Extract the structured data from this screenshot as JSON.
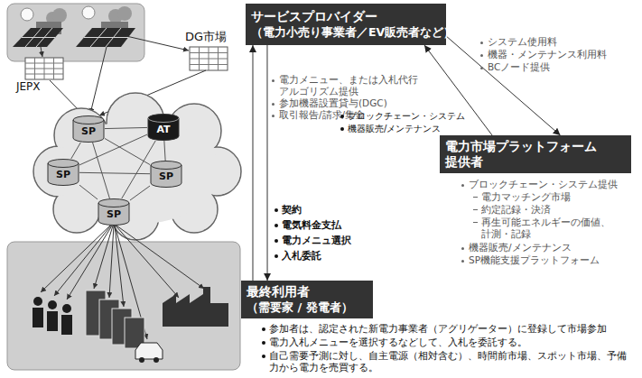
{
  "diagram": {
    "nodes": [
      {
        "text": [
          "サービスプロバイダー",
          "（電力小売り事業者／EV販売者など）"
        ]
      },
      {
        "text": [
          "電力市場プラットフォーム 提供者"
        ]
      },
      {
        "text": [
          "最終利用者",
          "（需要家 / 発電者）"
        ]
      },
      {
        "text": [
          "SP"
        ]
      },
      {
        "text": [
          "AT"
        ]
      },
      {
        "text": [
          "SP"
        ]
      },
      {
        "text": [
          "SP"
        ]
      },
      {
        "text": [
          "SP"
        ]
      }
    ],
    "edges": [
      {
        "from": 2,
        "to": 0,
        "arrow": "to"
      },
      {
        "from": 0,
        "to": 2,
        "arrow": "to"
      },
      {
        "from": 0,
        "to": 1,
        "arrow": "to"
      },
      {
        "from": 1,
        "to": 0,
        "arrow": "to"
      },
      {
        "from": 3,
        "to": 4,
        "arrow": "none"
      },
      {
        "from": 3,
        "to": 5,
        "arrow": "none"
      },
      {
        "from": 3,
        "to": 6,
        "arrow": "none"
      },
      {
        "from": 3,
        "to": 7,
        "arrow": "none"
      },
      {
        "from": 4,
        "to": 5,
        "arrow": "none"
      },
      {
        "from": 4,
        "to": 6,
        "arrow": "none"
      },
      {
        "from": 4,
        "to": 7,
        "arrow": "none"
      },
      {
        "from": 5,
        "to": 6,
        "arrow": "none"
      },
      {
        "from": 5,
        "to": 7,
        "arrow": "none"
      },
      {
        "from": 6,
        "to": 7,
        "arrow": "none"
      }
    ],
    "labels": [
      "JEPX",
      "DG市場",
      "電力メニュー、または入札代行 アルゴリズム提供",
      "参加機器設置貸与(DGC)",
      "取引報告/請求/集金",
      "契約",
      "電気料金支払",
      "電力メニュ選択",
      "入札委託",
      "システム使用料",
      "機器・メンテナンス利用料",
      "BCノード提供",
      "ブロックチェーン・システム",
      "機器販売/メンテナンス",
      "ブロックチェーン・システム提供",
      "電力マッチング市場",
      "約定記録・決済",
      "再生可能エネルギーの価値、 計測・記録",
      "機器販売/メンテナンス",
      "SP機能支援プラットフォーム",
      "参加者は、認定された新電力事業者（アグリゲーター）に登録して市場参加",
      "電力入札メニューを選択するなどして、入札を委託する。",
      "自己需要予測に対し、自主電源（相対含む）、時間前市場、スポット市場、予備 力から電力を売買する。"
    ]
  }
}
